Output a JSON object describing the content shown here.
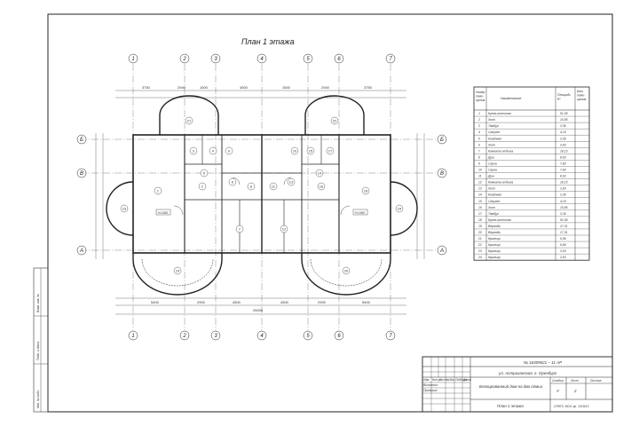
{
  "plan_title": "План 1 этажа",
  "axes_columns": [
    "1",
    "2",
    "3",
    "4",
    "5",
    "6",
    "7"
  ],
  "axes_rows": [
    "Б",
    "В",
    "А"
  ],
  "overall_dimension": "26000",
  "explication": {
    "headers": [
      "Номер поме- щения",
      "Наименование",
      "Площадь м²",
      "Кат. поме- щения"
    ],
    "rows": [
      [
        "1",
        "Кухня-гостиная",
        "51,59"
      ],
      [
        "2",
        "Холл",
        "10,85"
      ],
      [
        "3",
        "Тамбур",
        "3,36"
      ],
      [
        "4",
        "Санузел",
        "4,19"
      ],
      [
        "5",
        "Кладовая",
        "3,36"
      ],
      [
        "6",
        "Холл",
        "3,93"
      ],
      [
        "7",
        "Комната отдыха",
        "18,15"
      ],
      [
        "8",
        "Душ",
        "8,63"
      ],
      [
        "9",
        "Сауна",
        "7,83"
      ],
      [
        "10",
        "Сауна",
        "7,83"
      ],
      [
        "11",
        "Душ",
        "8,63"
      ],
      [
        "12",
        "Комната отдыха",
        "18,15"
      ],
      [
        "13",
        "Холл",
        "3,93"
      ],
      [
        "14",
        "Кладовая",
        "3,36"
      ],
      [
        "15",
        "Санузел",
        "4,19"
      ],
      [
        "16",
        "Холл",
        "10,85"
      ],
      [
        "17",
        "Тамбур",
        "3,36"
      ],
      [
        "18",
        "Кухня-гостиная",
        "51,59"
      ],
      [
        "19",
        "Веранда",
        "17,31"
      ],
      [
        "20",
        "Веранда",
        "17,31"
      ],
      [
        "21",
        "Крыльцо",
        "6,96"
      ],
      [
        "22",
        "Крыльцо",
        "6,96"
      ],
      [
        "23",
        "Крыльцо",
        "3,93"
      ],
      [
        "24",
        "Крыльцо",
        "3,93"
      ]
    ]
  },
  "stamp": {
    "code": "№ 16309021 – 11 АР",
    "address": "ул. Астраханская, г. Оренбург",
    "project": "Блокированный дом на два семьи",
    "sheet_name": "План 1 этажа",
    "stage_header": "Стадия",
    "sheet_header": "Лист",
    "sheets_header": "Листов",
    "stage": "У",
    "sheet_no": "2",
    "org": "СПбГУ, ИСИ, гр. 1315/13",
    "roles": [
      "Изм.",
      "Кол.уч.",
      "Лист",
      "№док.",
      "Подпись",
      "Дата"
    ],
    "made": "Выполнил",
    "checked": "Проверил"
  },
  "side_stamp": [
    "Инв. № подл.",
    "Подп. и дата",
    "Взам. инв. №"
  ],
  "floor_marks": [
    "+0.000",
    "+0.000"
  ],
  "dims_bottom_row": [
    "5400",
    "2900",
    "4500",
    "4500",
    "2900",
    "5400"
  ],
  "dims_top_row": [
    "3750",
    "2940",
    "1500",
    "4500",
    "1500",
    "2940",
    "3750"
  ]
}
